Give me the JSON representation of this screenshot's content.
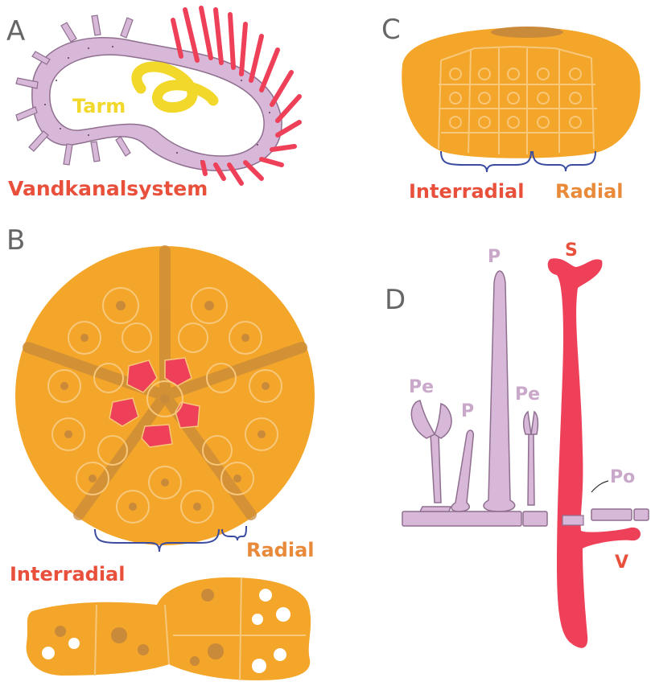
{
  "panels": {
    "a": {
      "letter": "A",
      "tarm_label": "Tarm",
      "system_label": "Vandkanalsystem"
    },
    "b": {
      "letter": "B",
      "interradial_label": "Interradial",
      "radial_label": "Radial"
    },
    "c": {
      "letter": "C",
      "interradial_label": "Interradial",
      "radial_label": "Radial"
    },
    "d": {
      "letter": "D",
      "label_s": "S",
      "label_p_tall": "P",
      "label_p_short": "P",
      "label_pe_left": "Pe",
      "label_pe_right": "Pe",
      "label_po": "Po",
      "label_v": "V"
    }
  },
  "colors": {
    "lavender": "#d8b8d8",
    "lavender_edge": "#9a7d9a",
    "red": "#ee4058",
    "yellow": "#f2d82a",
    "orange": "#f4a62a",
    "orange_dark": "#c98a3a",
    "plate_line": "#f7c77a",
    "brace_blue": "#3b4ca0",
    "label_orange": "#e88a3a",
    "label_red": "#e8503c",
    "label_lavender": "#c9a8c9"
  }
}
